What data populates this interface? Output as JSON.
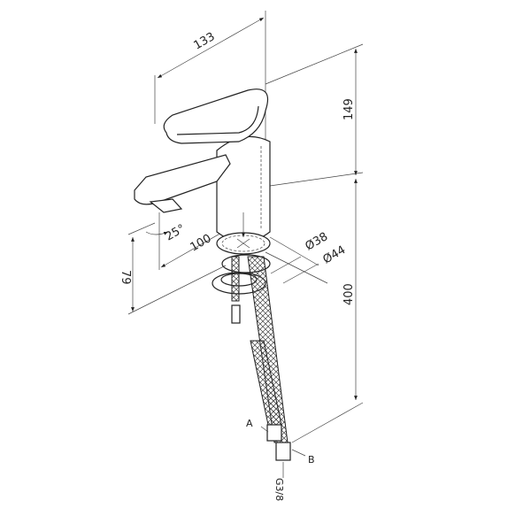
{
  "dimensions": {
    "width_top": "133",
    "height_body": "149",
    "angle": "25°",
    "spout_reach": "100",
    "dia_inner": "Ø38",
    "dia_outer": "Ø44",
    "spout_height": "79",
    "hose_length": "400"
  },
  "callouts": {
    "a": "A",
    "b": "B",
    "thread": "G3/8"
  }
}
